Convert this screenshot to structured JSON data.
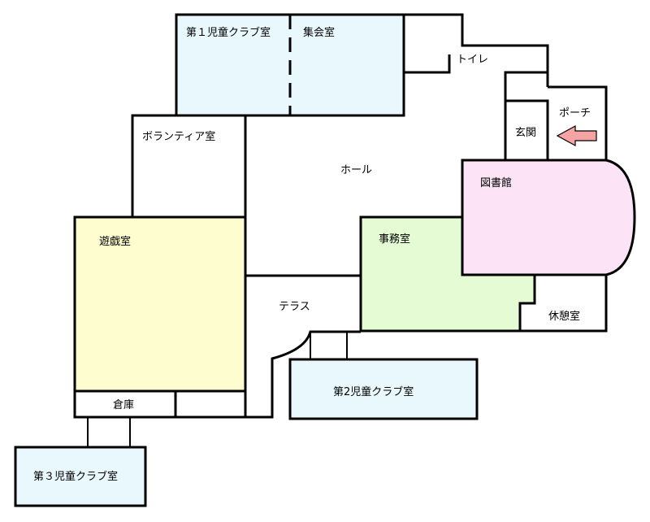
{
  "rooms": {
    "club1": {
      "label": "第１児童クラブ室",
      "fill": "#e8f8fc"
    },
    "assembly": {
      "label": "集会室",
      "fill": "#e8f8fc"
    },
    "toilet": {
      "label": "トイレ"
    },
    "porch": {
      "label": "ポーチ"
    },
    "entrance": {
      "label": "玄関"
    },
    "volunteer": {
      "label": "ボランティア室"
    },
    "hall": {
      "label": "ホール"
    },
    "library": {
      "label": "図書館",
      "fill": "#fce4f6"
    },
    "playroom": {
      "label": "遊戯室",
      "fill": "#fdfdd0"
    },
    "office": {
      "label": "事務室",
      "fill": "#e4fbd4"
    },
    "terrace": {
      "label": "テラス"
    },
    "lounge": {
      "label": "休憩室"
    },
    "storage": {
      "label": "倉庫"
    },
    "club2": {
      "label": "第2児童クラブ室",
      "fill": "#e8f8fc"
    },
    "club3": {
      "label": "第３児童クラブ室",
      "fill": "#e8f8fc"
    }
  },
  "arrow": {
    "fill": "#f5a3a3",
    "icon": "entry-arrow-icon"
  }
}
